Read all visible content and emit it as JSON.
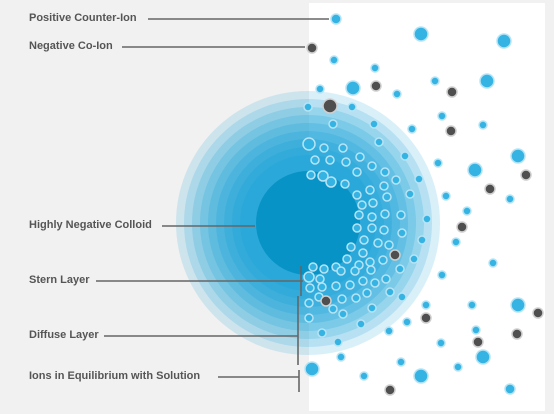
{
  "labels": {
    "positive_counter_ion": "Positive Counter-Ion",
    "negative_co_ion": "Negative Co-Ion",
    "highly_negative_colloid": "Highly Negative Colloid",
    "stern_layer": "Stern Layer",
    "diffuse_layer": "Diffuse Layer",
    "ions_in_equilibrium": "Ions in Equilibrium with Solution"
  },
  "colors": {
    "background": "#f1f1f1",
    "solution_panel": "#ffffff",
    "colloid_core": "#0793c6",
    "colloid_halo": "#1aa3d8",
    "positive_ion": "#35b3e3",
    "negative_ion": "#4f4f4f",
    "label_text": "#555555",
    "leader_line": "#666666"
  },
  "icons": {
    "positive_ion": "positive-counter-ion-dot",
    "negative_ion": "negative-co-ion-dot",
    "colloid": "colloid-particle-icon"
  }
}
